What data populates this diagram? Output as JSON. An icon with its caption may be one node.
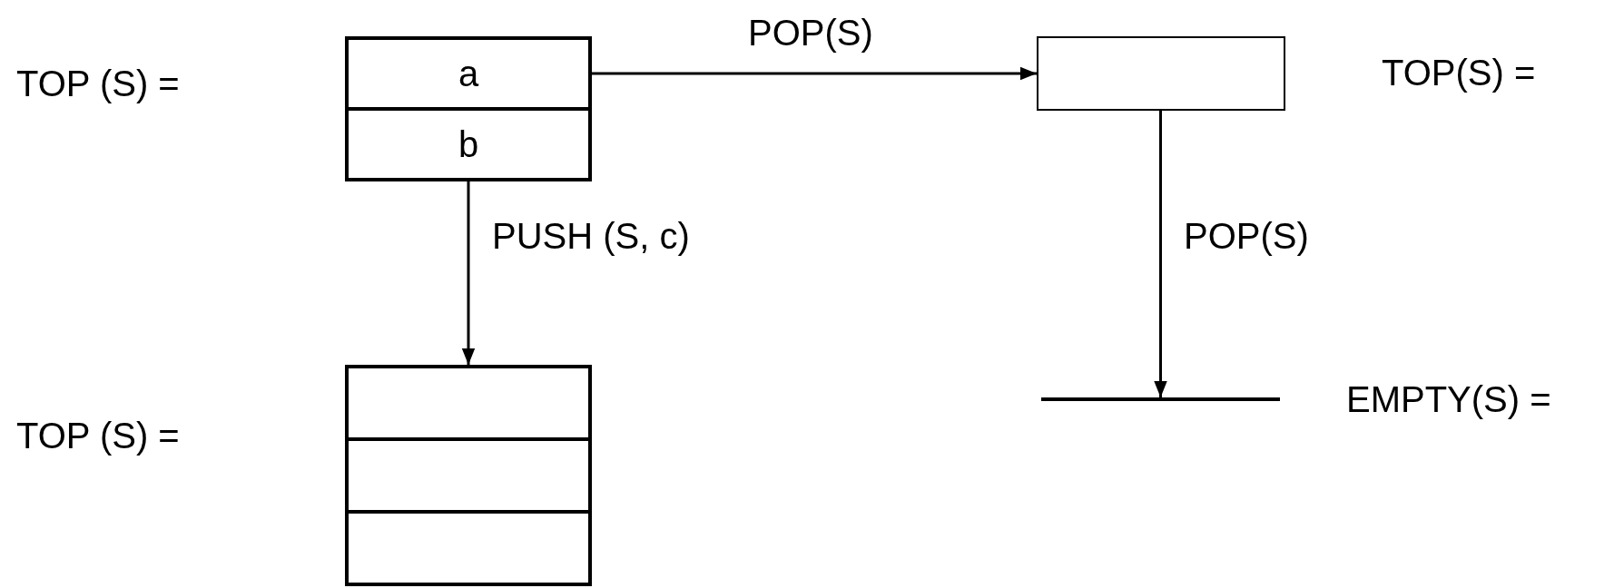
{
  "diagram": {
    "nodes": [
      {
        "text": [],
        "shape": "box"
      },
      {
        "text": [
          "a"
        ],
        "in": 0
      },
      {
        "text": [
          "b"
        ],
        "in": 0
      },
      {
        "text": [],
        "shape": "box"
      },
      {
        "text": [],
        "shape": "box"
      },
      {
        "text": [],
        "shape": "box",
        "in": 4
      },
      {
        "text": [],
        "shape": "box",
        "in": 4
      },
      {
        "text": [],
        "shape": "box",
        "in": 4
      },
      {
        "text": [],
        "shape": "bar"
      }
    ],
    "edges": [
      {
        "from": 0,
        "to": 3,
        "arrow": "to",
        "label": "POP(S)"
      },
      {
        "from": 0,
        "to": 4,
        "arrow": "to",
        "label": "PUSH (S, c)"
      },
      {
        "from": 3,
        "to": 8,
        "arrow": "to",
        "label": "POP(S)"
      }
    ],
    "labels": [
      "TOP (S) =",
      "TOP(S) =",
      "TOP (S) =",
      "EMPTY(S) ="
    ]
  }
}
